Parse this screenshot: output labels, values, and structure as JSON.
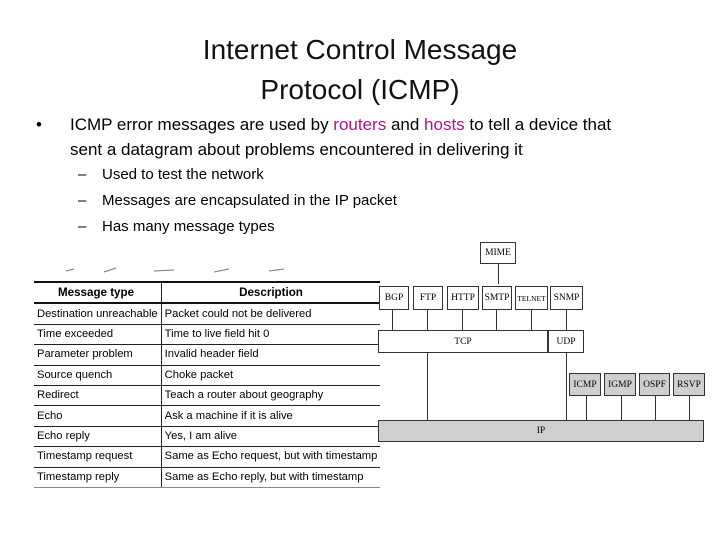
{
  "slide": {
    "title_line1": "Internet Control Message",
    "title_line2": "Protocol (ICMP)",
    "bullet_symbol": "•",
    "bullet_parts": {
      "p1": "ICMP error messages are used by ",
      "routers": "routers",
      "p2": " and ",
      "hosts": "hosts",
      "p3": " to tell a device that",
      "line2": "sent a datagram about problems encountered in delivering it"
    },
    "sub_dash": "–",
    "sub_bullets": [
      "Used to test the network",
      "Messages are encapsulated in the IP packet",
      "Has many message types"
    ],
    "highlight_color": "#b0148a"
  },
  "message_table": {
    "headers": [
      "Message type",
      "Description"
    ],
    "rows": [
      [
        "Destination unreachable",
        "Packet could not be delivered"
      ],
      [
        "Time exceeded",
        "Time to live field hit 0"
      ],
      [
        "Parameter problem",
        "Invalid header field"
      ],
      [
        "Source quench",
        "Choke packet"
      ],
      [
        "Redirect",
        "Teach a router about geography"
      ],
      [
        "Echo",
        "Ask a machine if it is alive"
      ],
      [
        "Echo reply",
        "Yes, I am alive"
      ],
      [
        "Timestamp request",
        "Same as Echo request, but with timestamp"
      ],
      [
        "Timestamp reply",
        "Same as Echo reply, but with timestamp"
      ]
    ]
  },
  "stack_diagram": {
    "mime": "MIME",
    "app": [
      "BGP",
      "FTP",
      "HTTP",
      "SMTP",
      "TELNET",
      "SNMP"
    ],
    "tcp": "TCP",
    "udp": "UDP",
    "net": [
      "ICMP",
      "IGMP",
      "OSPF",
      "RSVP"
    ],
    "ip": "IP"
  }
}
